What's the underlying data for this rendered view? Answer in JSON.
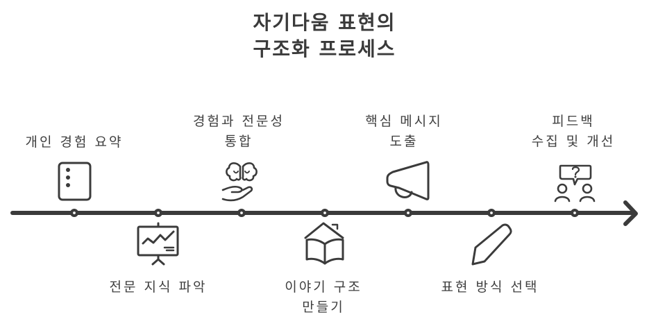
{
  "title": {
    "line1": "자기다움 표현의",
    "line2": "구조화 프로세스"
  },
  "colors": {
    "ink": "#3b3b3b",
    "background": "#ffffff"
  },
  "timeline": {
    "direction": "left-to-right",
    "arrow": "arrow-right-icon",
    "steps": [
      {
        "order": 1,
        "position": "above",
        "icon": "document-icon",
        "line1": "개인 경험 요약",
        "line2": ""
      },
      {
        "order": 2,
        "position": "below",
        "icon": "presentation-chart-icon",
        "line1": "전문 지식 파악",
        "line2": ""
      },
      {
        "order": 3,
        "position": "above",
        "icon": "brain-in-hand-icon",
        "line1": "경험과 전문성",
        "line2": "통합"
      },
      {
        "order": 4,
        "position": "below",
        "icon": "book-house-icon",
        "line1": "이야기 구조",
        "line2": "만들기"
      },
      {
        "order": 5,
        "position": "above",
        "icon": "megaphone-icon",
        "line1": "핵심 메시지",
        "line2": "도출"
      },
      {
        "order": 6,
        "position": "below",
        "icon": "pencil-icon",
        "line1": "표현 방식 선택",
        "line2": ""
      },
      {
        "order": 7,
        "position": "above",
        "icon": "people-question-icon",
        "line1": "피드백",
        "line2": "수집 및 개선"
      }
    ]
  }
}
